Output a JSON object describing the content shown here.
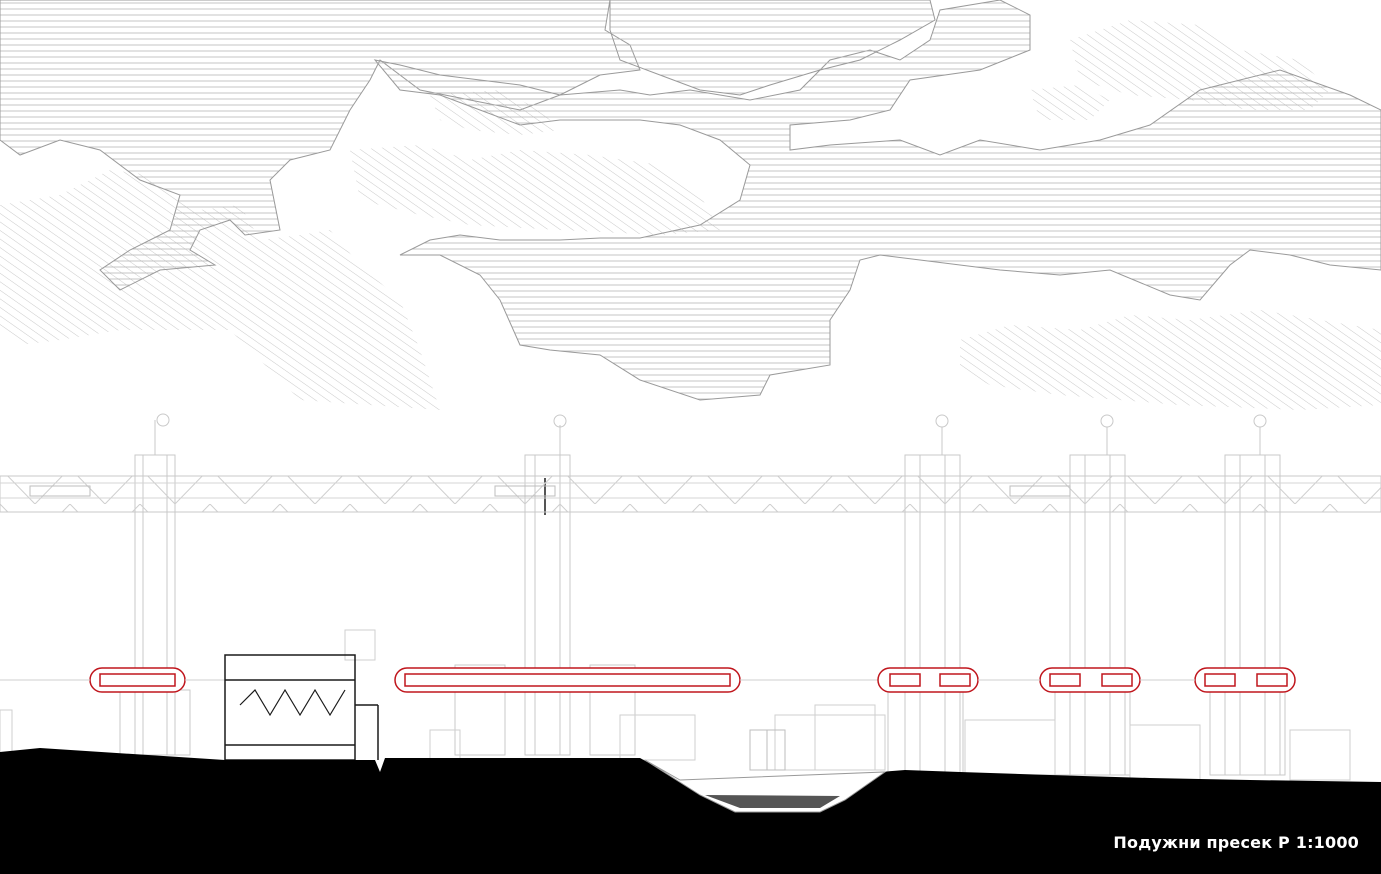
{
  "drawing": {
    "caption": "Подужни пресек Р 1:1000"
  },
  "colors": {
    "background": "#ffffff",
    "ground": "#000000",
    "cloud_hatch": "#b5b5b5",
    "cloud_outline": "#9a9a9a",
    "structure": "#c9c9c9",
    "capsule_accent": "#c0161d",
    "building_line": "#1a1a1a",
    "caption_text": "#ffffff"
  },
  "elements": {
    "clouds": "cloud-hatching",
    "bridge": "truss-bridge",
    "towers": "structural-towers",
    "capsules": "transport-capsules",
    "building": "sectioned-building",
    "ground": "terrain-section",
    "valley": "river-valley"
  }
}
